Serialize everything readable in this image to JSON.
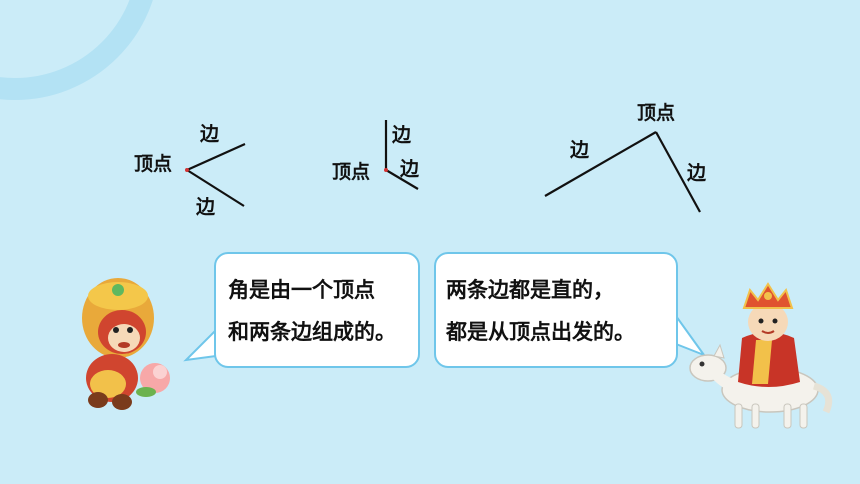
{
  "angles": [
    {
      "vertex_label": "顶点",
      "side_top_label": "边",
      "side_bottom_label": "边"
    },
    {
      "vertex_label": "顶点",
      "side_top_label": "边",
      "side_bottom_label": "边"
    },
    {
      "vertex_label": "顶点",
      "side_left_label": "边",
      "side_right_label": "边"
    }
  ],
  "bubbles": {
    "left": {
      "line1": "角是由一个顶点",
      "line2": "和两条边组成的。"
    },
    "right": {
      "line1": "两条边都是直的，",
      "line2": "都是从顶点出发的。"
    }
  },
  "characters": {
    "left": "monkey",
    "right": "monk-on-horse"
  },
  "colors": {
    "background": "#cbecf8",
    "bubble_border": "#6fc6ea",
    "vertex_dot": "#d33333"
  }
}
